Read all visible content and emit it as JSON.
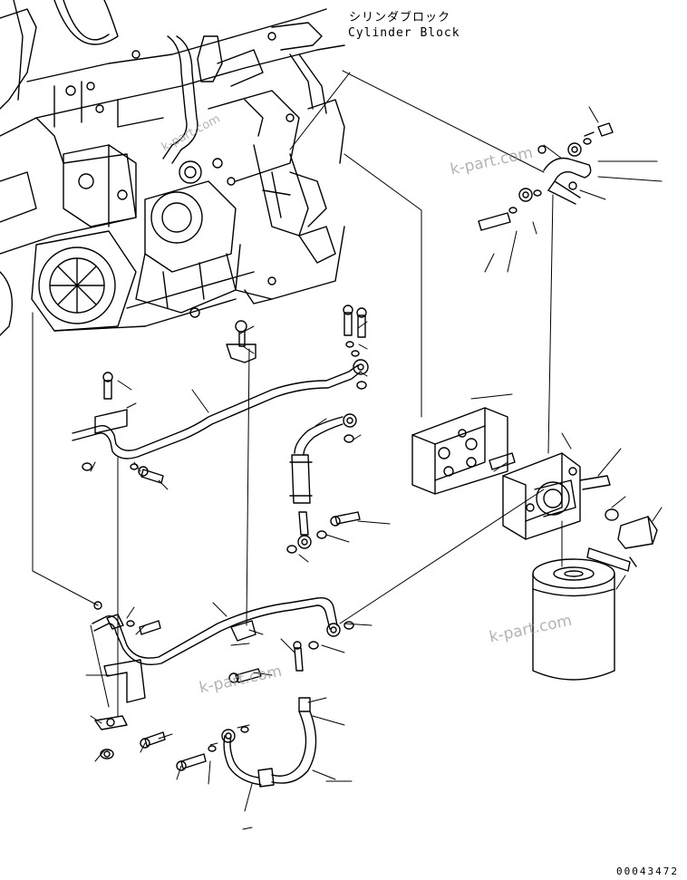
{
  "diagram": {
    "callout_jp": "シリンダブロック",
    "callout_en": "Cylinder Block",
    "drawing_number": "00043472",
    "watermarks": [
      "k-part.com",
      "k-part.com",
      "k-part.com",
      "k-part.com"
    ],
    "colors": {
      "line": "#000000",
      "watermark": "#9a9a9a",
      "background": "#ffffff"
    }
  }
}
